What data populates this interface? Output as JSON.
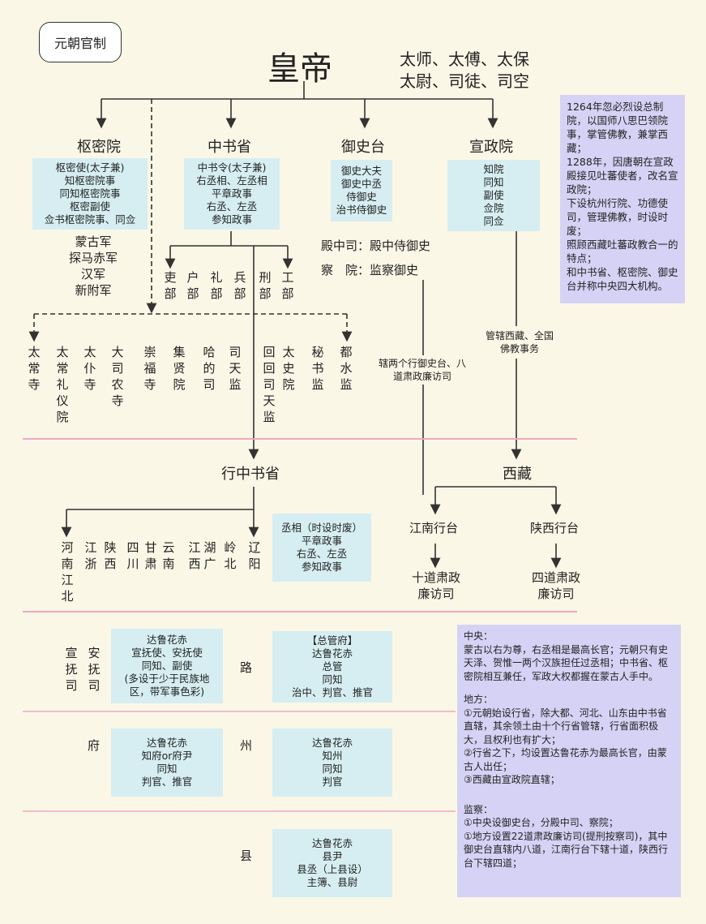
{
  "title": "元朝官制",
  "emperor": "皇帝",
  "sangong": [
    "太师、太傅、太保",
    "太尉、司徒、司空"
  ],
  "central": {
    "shumiyuan": {
      "name": "枢密院",
      "officials": [
        "枢密使(太子兼)",
        "知枢密院事",
        "同知枢密院事",
        "枢密副使",
        "佥书枢密院事、同佥"
      ],
      "armies": [
        "蒙古军",
        "探马赤军",
        "汉军",
        "新附军"
      ]
    },
    "zhongshusheng": {
      "name": "中书省",
      "officials": [
        "中书令(太子兼)",
        "右丞相、左丞相",
        "平章政事",
        "右丞、左丞",
        "参知政事"
      ],
      "ministries": [
        "吏部",
        "户部",
        "礼部",
        "兵部",
        "刑部",
        "工部"
      ]
    },
    "yushitai": {
      "name": "御史台",
      "officials": [
        "御史大夫",
        "御史中丞",
        "侍御史",
        "治书侍御史"
      ],
      "diancongsi": "殿中司：殿中侍御史",
      "chayuan": "察　院：监察御史",
      "jurisdiction": "辖两个行御史台、八道肃政廉访司"
    },
    "xuanzhengyuan": {
      "name": "宣政院",
      "officials": [
        "知院",
        "同知",
        "副使",
        "佥院",
        "同佥"
      ],
      "jurisdiction": "管辖西藏、全国佛教事务"
    },
    "agencies": [
      "太常寺",
      "太常礼仪院",
      "太仆寺",
      "大司农寺",
      "崇福寺",
      "集贤院",
      "哈的司",
      "司天监",
      "回回司天监",
      "太史院",
      "秘书监",
      "都水监"
    ]
  },
  "xuanzhengyuan_note": [
    "1264年忽必烈设总制院，以国师八思巴领院事，掌管佛教，兼掌西藏；",
    "1288年，因唐朝在宣政殿接见吐蕃使者，改名宣政院；",
    "下设杭州行院、功德使司，管理佛教，时设时废；",
    "照顾西藏吐蕃政教合一的特点；",
    "和中书省、枢密院、御史台并称中央四大机构。"
  ],
  "local": {
    "xingzhongshusheng": "行中书省",
    "provinces": [
      "河南江北",
      "江浙",
      "陕西",
      "四川",
      "甘肃",
      "云南",
      "江西",
      "湖广",
      "岭北",
      "辽阳"
    ],
    "province_officials": [
      "丞相（时设时废）",
      "平章政事",
      "右丞、左丞",
      "参知政事"
    ],
    "tibet": "西藏",
    "jiangnan": "江南行台",
    "shaanxi": "陕西行台",
    "jiangnan_sub": "十道肃政廉访司",
    "shaanxi_sub": "四道肃政廉访司"
  },
  "admin": {
    "xuanfu_label_a": "宣抚司",
    "xuanfu_label_b": "安抚司",
    "xuanfu_officials": [
      "达鲁花赤",
      "宣抚使、安抚使",
      "同知、副使",
      "(多设于少于民族地",
      "区，带军事色彩)"
    ],
    "lu": "路",
    "lu_officials": [
      "【总管府】",
      "达鲁花赤",
      "总管",
      "同知",
      "治中、判官、推官"
    ],
    "fu": "府",
    "fu_officials": [
      "达鲁花赤",
      "知府or府尹",
      "同知",
      "判官、推官"
    ],
    "zhou": "州",
    "zhou_officials": [
      "达鲁花赤",
      "知州",
      "同知",
      "判官"
    ],
    "xian": "县",
    "xian_officials": [
      "达鲁花赤",
      "县尹",
      "县丞（上县设）",
      "主簿、县尉"
    ]
  },
  "summary_note": {
    "central_title": "中央：",
    "central": "蒙古以右为尊，右丞相是最高长官；元朝只有史天泽、贺惟一两个汉族担任过丞相；中书省、枢密院相互兼任，军政大权都握在蒙古人手中。",
    "local_title": "地方：",
    "local": [
      "①元朝始设行省，除大都、河北、山东由中书省直辖，其余领土由十个行省管辖，行省面积极大，且权利也有扩大；",
      "②行省之下，均设置达鲁花赤为最高长官，由蒙古人出任；",
      "③西藏由宣政院直辖；"
    ],
    "supervision_title": "监察：",
    "supervision": [
      "①中央设御史台，分殿中司、察院；",
      "①地方设置22道肃政廉访司(提刑按察司)，其中御史台直辖内八道，江南行台下辖十道，陕西行台下辖四道；"
    ]
  }
}
